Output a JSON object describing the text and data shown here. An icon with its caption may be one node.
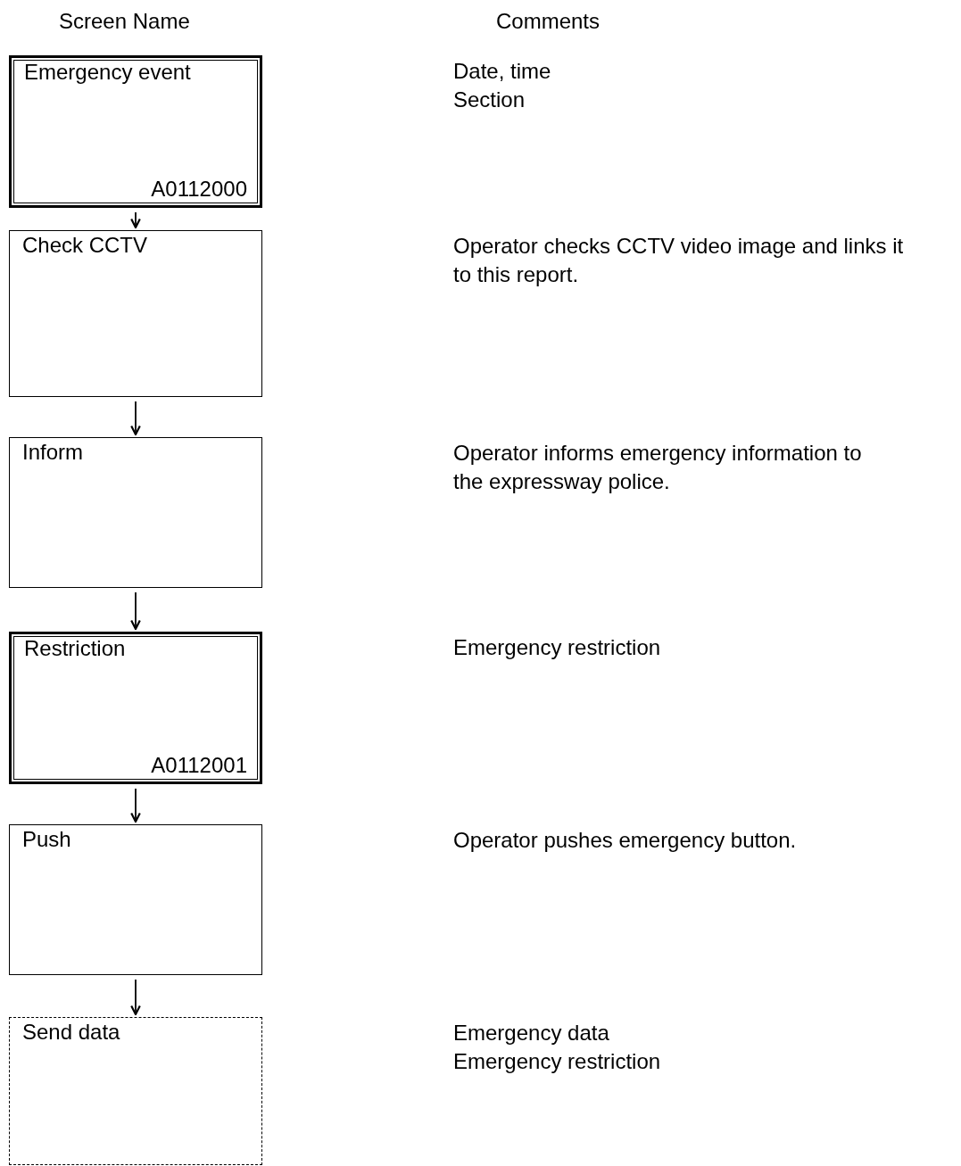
{
  "diagram": {
    "nodes": [
      {
        "text": [
          "Emergency event",
          "A0112000"
        ]
      },
      {
        "text": [
          "Check CCTV"
        ]
      },
      {
        "text": [
          "Inform"
        ]
      },
      {
        "text": [
          "Restriction",
          "A0112001"
        ]
      },
      {
        "text": [
          "Push"
        ]
      },
      {
        "text": [
          "Send data"
        ]
      }
    ],
    "edges": [
      {
        "from": 0,
        "to": 1,
        "arrow": "to"
      },
      {
        "from": 1,
        "to": 2,
        "arrow": "to"
      },
      {
        "from": 2,
        "to": 3,
        "arrow": "to"
      },
      {
        "from": 3,
        "to": 4,
        "arrow": "to"
      },
      {
        "from": 4,
        "to": 5,
        "arrow": "to"
      }
    ],
    "labels": [
      "Screen Name",
      "Comments",
      "Date, time",
      "Section",
      "Operator checks CCTV video image and links it to this report.",
      "Operator informs emergency information to the expressway police.",
      "Emergency restriction",
      "Operator pushes emergency button.",
      "Emergency data",
      "Emergency restriction"
    ]
  }
}
